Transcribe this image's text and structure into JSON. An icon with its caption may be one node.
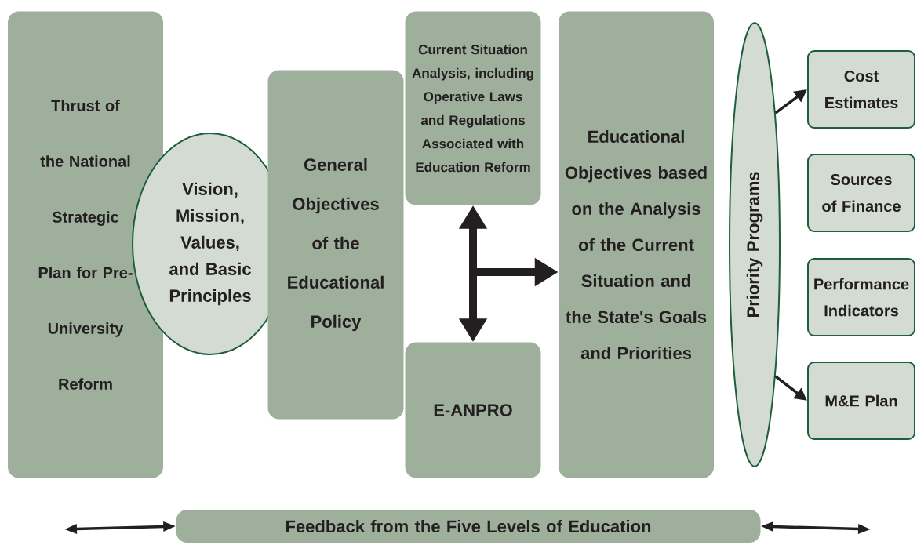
{
  "diagram": {
    "nodes": [
      {
        "text": [
          "Thrust of the National Strategic Plan for Pre-University Reform"
        ]
      },
      {
        "text": [
          "Vision, Mission, Values, and Basic Principles"
        ]
      },
      {
        "text": [
          "General Objectives of the Educational Policy"
        ]
      },
      {
        "text": [
          "Current Situation Analysis, including Operative Laws and Regulations Associated with Education Reform"
        ]
      },
      {
        "text": [
          "E-ANPRO"
        ]
      },
      {
        "text": [
          "Educational Objectives based on the Analysis of the Current Situation and the State's Goals and Priorities"
        ]
      },
      {
        "text": [
          "Priority Programs"
        ]
      },
      {
        "text": [
          "Cost Estimates"
        ]
      },
      {
        "text": [
          "Sources of Finance"
        ]
      },
      {
        "text": [
          "Performance Indicators"
        ]
      },
      {
        "text": [
          "M&E Plan"
        ]
      },
      {
        "text": [
          "Feedback from the Five Levels of Education"
        ]
      }
    ],
    "edges": [
      {
        "from": 3,
        "to": 4,
        "arrow": "both",
        "style": "thick"
      },
      {
        "from": null,
        "to": 5,
        "arrow": "to",
        "style": "thick"
      },
      {
        "from": 6,
        "to": 7,
        "arrow": "to"
      },
      {
        "from": 6,
        "to": 10,
        "arrow": "to"
      },
      {
        "from": null,
        "to": 11,
        "arrow": "both"
      },
      {
        "from": 11,
        "to": null,
        "arrow": "both"
      }
    ]
  }
}
